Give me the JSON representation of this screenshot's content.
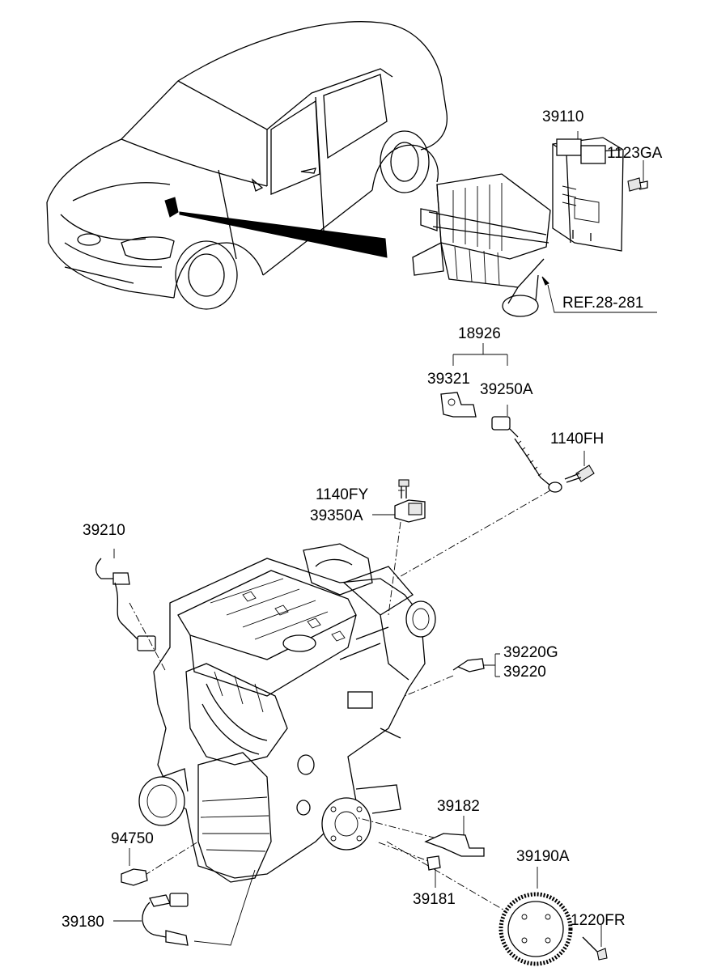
{
  "labels": {
    "p39110": "39110",
    "p1123GA": "1123GA",
    "ref": "REF.28-281",
    "p18926": "18926",
    "p39321": "39321",
    "p39250A": "39250A",
    "p1140FH": "1140FH",
    "p1140FY": "1140FY",
    "p39350A": "39350A",
    "p39210": "39210",
    "p39220G": "39220G",
    "p39220": "39220",
    "p39182": "39182",
    "p94750": "94750",
    "p39190A": "39190A",
    "p1220FR": "1220FR",
    "p39181": "39181",
    "p39180": "39180"
  }
}
